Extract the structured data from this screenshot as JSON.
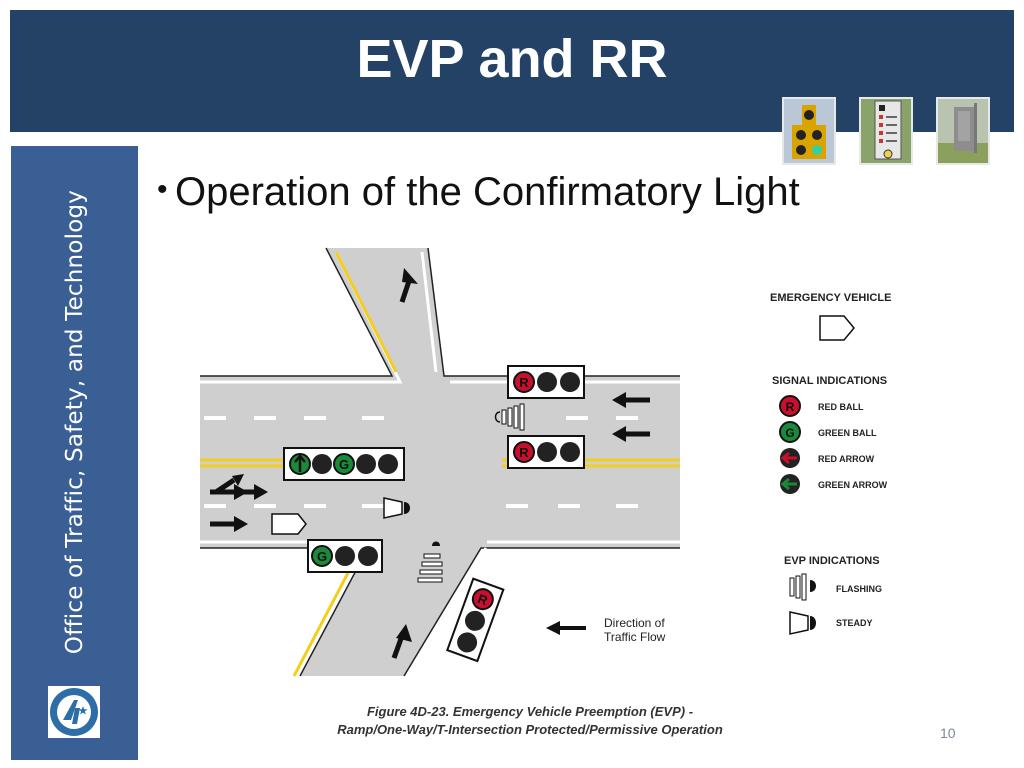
{
  "title": "EVP and RR",
  "sidebar": {
    "text": "Office of Traffic, Safety, and Technology"
  },
  "bullet": "Operation of the Confirmatory Light",
  "diagram": {
    "legend": {
      "emergency_vehicle": "EMERGENCY VEHICLE",
      "signal_indications": "SIGNAL INDICATIONS",
      "red_ball": "RED BALL",
      "green_ball": "GREEN BALL",
      "red_arrow": "RED ARROW",
      "green_arrow": "GREEN ARROW",
      "evp_indications": "EVP INDICATIONS",
      "flashing": "FLASHING",
      "steady": "STEADY"
    },
    "direction_line1": "Direction of",
    "direction_line2": "Traffic Flow",
    "signal_letter_r": "R",
    "signal_letter_g": "G"
  },
  "caption": {
    "line1": "Figure 4D-23.   Emergency Vehicle Preemption (EVP) -",
    "line2": "Ramp/One-Way/T-Intersection Protected/Permissive Operation"
  },
  "slide_number": "10",
  "colors": {
    "title_bar": "#244266",
    "sidebar": "#3a5f95",
    "red": "#c8102e",
    "green": "#1a8a3a",
    "road": "#cfcfcf",
    "yellow_line": "#f2cf1c"
  }
}
